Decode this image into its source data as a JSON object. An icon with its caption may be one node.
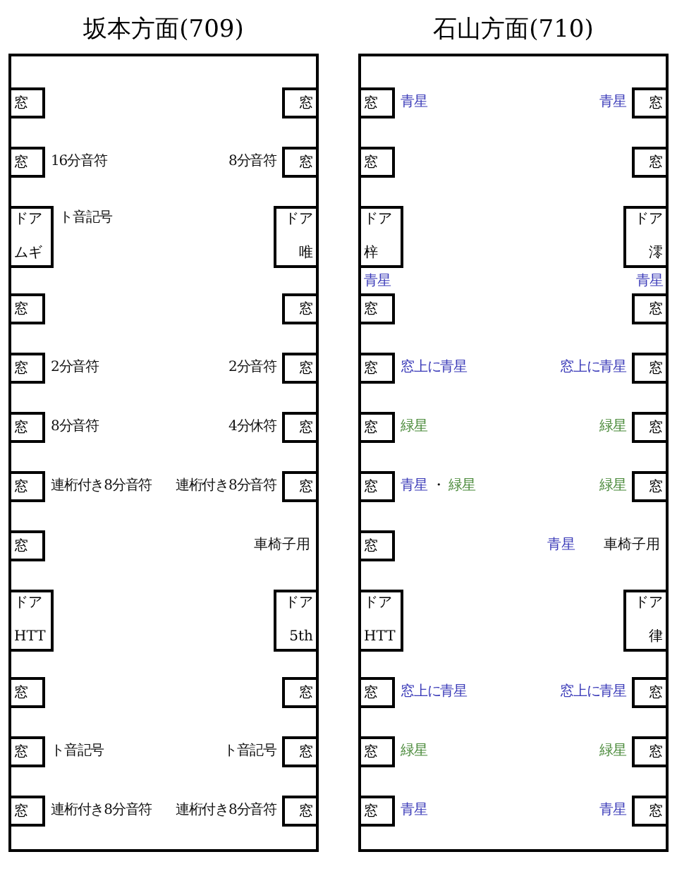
{
  "diagram": {
    "nodes": [
      {
        "text": [
          "坂本方面(709)"
        ]
      },
      {
        "text": [
          "窓"
        ],
        "in": 0
      },
      {
        "text": [
          "窓"
        ],
        "in": 0
      },
      {
        "text": [
          "窓"
        ],
        "in": 0,
        "beside": [
          "16分音符"
        ]
      },
      {
        "text": [
          "窓"
        ],
        "in": 0,
        "beside": [
          "8分音符"
        ]
      },
      {
        "text": [
          "ドア",
          "ムギ"
        ],
        "in": 0,
        "beside": [
          "ト音記号"
        ]
      },
      {
        "text": [
          "ドア",
          "唯"
        ],
        "in": 0
      },
      {
        "text": [
          "窓"
        ],
        "in": 0
      },
      {
        "text": [
          "窓"
        ],
        "in": 0
      },
      {
        "text": [
          "窓"
        ],
        "in": 0,
        "beside": [
          "2分音符"
        ]
      },
      {
        "text": [
          "窓"
        ],
        "in": 0,
        "beside": [
          "2分音符"
        ]
      },
      {
        "text": [
          "窓"
        ],
        "in": 0,
        "beside": [
          "8分音符"
        ]
      },
      {
        "text": [
          "窓"
        ],
        "in": 0,
        "beside": [
          "4分休符"
        ]
      },
      {
        "text": [
          "窓"
        ],
        "in": 0,
        "beside": [
          "連桁付き8分音符"
        ]
      },
      {
        "text": [
          "窓"
        ],
        "in": 0,
        "beside": [
          "連桁付き8分音符"
        ]
      },
      {
        "text": [
          "窓"
        ],
        "in": 0
      },
      {
        "text": [
          "ドア",
          "HTT"
        ],
        "in": 0
      },
      {
        "text": [
          "ドア",
          "5th"
        ],
        "in": 0
      },
      {
        "text": [
          "窓"
        ],
        "in": 0
      },
      {
        "text": [
          "窓"
        ],
        "in": 0
      },
      {
        "text": [
          "窓"
        ],
        "in": 0,
        "beside": [
          "ト音記号"
        ]
      },
      {
        "text": [
          "窓"
        ],
        "in": 0,
        "beside": [
          "ト音記号"
        ]
      },
      {
        "text": [
          "窓"
        ],
        "in": 0,
        "beside": [
          "連桁付き8分音符"
        ]
      },
      {
        "text": [
          "窓"
        ],
        "in": 0,
        "beside": [
          "連桁付き8分音符"
        ]
      },
      {
        "text": [
          "石山方面(710)"
        ]
      },
      {
        "text": [
          "窓"
        ],
        "in": 24,
        "beside": [
          "青星"
        ]
      },
      {
        "text": [
          "窓"
        ],
        "in": 24,
        "beside": [
          "青星"
        ]
      },
      {
        "text": [
          "窓"
        ],
        "in": 24
      },
      {
        "text": [
          "窓"
        ],
        "in": 24
      },
      {
        "text": [
          "ドア",
          "梓"
        ],
        "in": 24
      },
      {
        "text": [
          "ドア",
          "澪"
        ],
        "in": 24
      },
      {
        "text": [
          "窓"
        ],
        "in": 24,
        "beside": [
          "青星"
        ]
      },
      {
        "text": [
          "窓"
        ],
        "in": 24,
        "beside": [
          "青星"
        ]
      },
      {
        "text": [
          "窓"
        ],
        "in": 24,
        "beside": [
          "窓上に青星"
        ]
      },
      {
        "text": [
          "窓"
        ],
        "in": 24,
        "beside": [
          "窓上に青星"
        ]
      },
      {
        "text": [
          "窓"
        ],
        "in": 24,
        "beside": [
          "緑星"
        ]
      },
      {
        "text": [
          "窓"
        ],
        "in": 24,
        "beside": [
          "緑星"
        ]
      },
      {
        "text": [
          "窓"
        ],
        "in": 24,
        "beside": [
          "青星",
          "・",
          "緑星"
        ]
      },
      {
        "text": [
          "窓"
        ],
        "in": 24,
        "beside": [
          "緑星"
        ]
      },
      {
        "text": [
          "窓"
        ],
        "in": 24
      },
      {
        "text": [
          "ドア",
          "HTT"
        ],
        "in": 24
      },
      {
        "text": [
          "ドア",
          "律"
        ],
        "in": 24
      },
      {
        "text": [
          "窓"
        ],
        "in": 24,
        "beside": [
          "窓上に青星"
        ]
      },
      {
        "text": [
          "窓"
        ],
        "in": 24,
        "beside": [
          "窓上に青星"
        ]
      },
      {
        "text": [
          "窓"
        ],
        "in": 24,
        "beside": [
          "緑星"
        ]
      },
      {
        "text": [
          "窓"
        ],
        "in": 24,
        "beside": [
          "緑星"
        ]
      },
      {
        "text": [
          "窓"
        ],
        "in": 24,
        "beside": [
          "青星"
        ]
      },
      {
        "text": [
          "窓"
        ],
        "in": 24,
        "beside": [
          "青星"
        ]
      }
    ],
    "labels": [
      "車椅子用",
      "青星",
      "車椅子用"
    ]
  }
}
